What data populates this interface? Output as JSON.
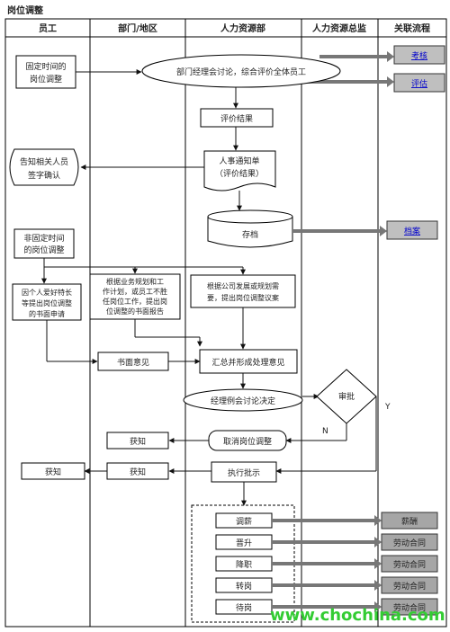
{
  "title": "岗位调整",
  "columns": [
    "员工",
    "部门/地区",
    "人力资源部",
    "人力资源总监",
    "关联流程"
  ],
  "nodes": {
    "fixed_time": [
      "固定时间的",
      "岗位调整"
    ],
    "dept_meeting": "部门经理会讨论，综合评价全体员工",
    "eval_result": "评价结果",
    "notice": [
      "人事通知单",
      "（评价结果）"
    ],
    "inform_sign": [
      "告知相关人员",
      "签字确认"
    ],
    "archive": "存档",
    "nonfixed": [
      "非固定时间",
      "的岗位调整"
    ],
    "personal_request": [
      "因个人爱好特长",
      "等提出岗位调整",
      "的书面申请"
    ],
    "dept_report": [
      "根据业务规划和工",
      "作计划，或员工不胜",
      "任岗位工作，提出岗",
      "位调整的书面报告"
    ],
    "hr_proposal": [
      "根据公司发展或规划需",
      "要，提出岗位调整议案"
    ],
    "written_opinion": "书面意见",
    "summary": "汇总并形成处理意见",
    "gm_meeting": "经理例会讨论决定",
    "approve": "审批",
    "yes_label": "Y",
    "no_label": "N",
    "cancel": "取消岗位调整",
    "informed1": "获知",
    "execute": "执行批示",
    "informed2": "获知",
    "informed3": "获知",
    "actions": [
      "调薪",
      "晋升",
      "降职",
      "转岗",
      "待岗"
    ]
  },
  "related": {
    "assess": "考核",
    "evaluate": "评估",
    "archive": "档案",
    "targets": [
      "薪酬",
      "劳动合同",
      "劳动合同",
      "劳动合同",
      "劳动合同"
    ]
  },
  "watermark": "www.chochina.com"
}
